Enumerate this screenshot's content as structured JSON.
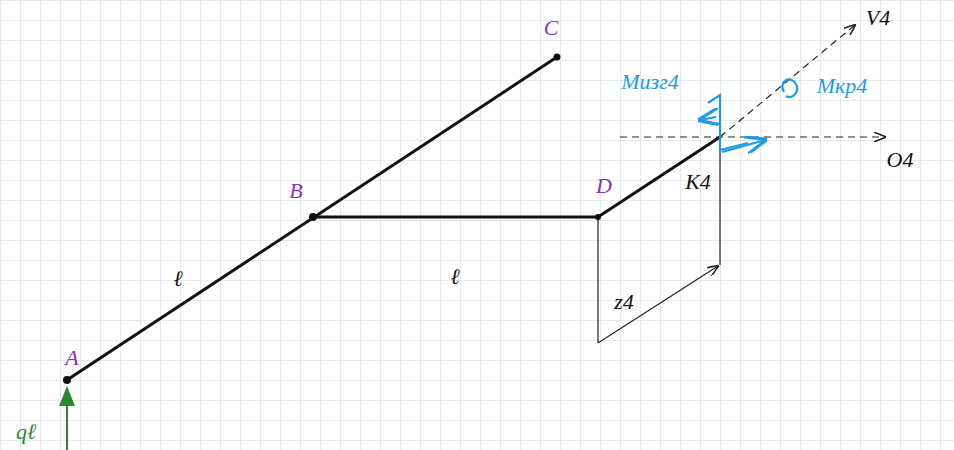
{
  "diagram": {
    "labels": [
      "C",
      "B",
      "D",
      "A",
      "K4",
      "ℓ",
      "ℓ",
      "V4",
      "O4",
      "z4",
      "Mизг4",
      "Mкр4",
      "qℓ"
    ]
  }
}
